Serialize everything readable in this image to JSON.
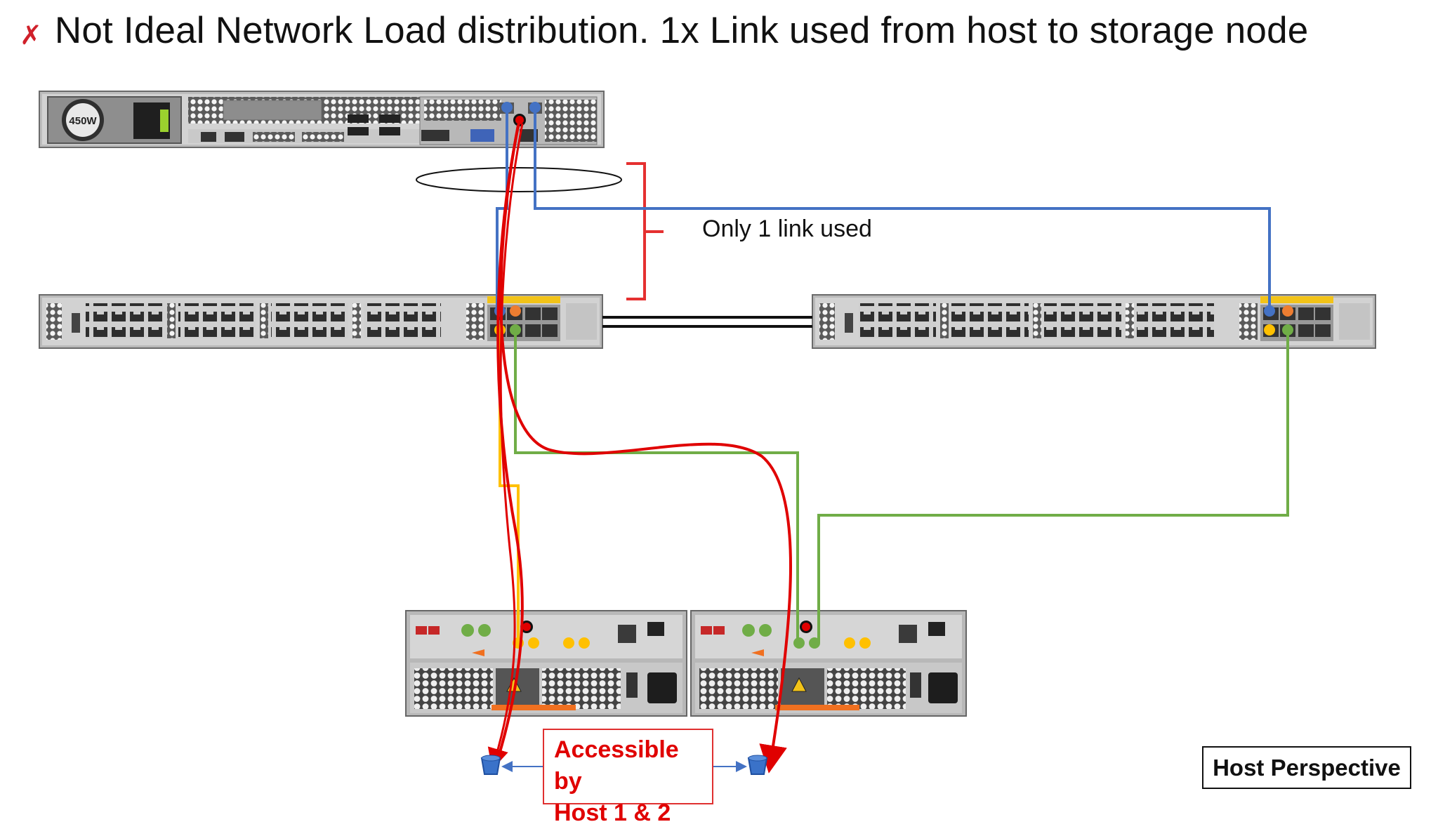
{
  "slide": {
    "status_mark": "✗",
    "title": "Not Ideal Network Load distribution. 1x Link used from host to storage node"
  },
  "annotation": {
    "only_link": "Only 1 link used"
  },
  "access_box": {
    "line1": "Accessible by",
    "line2": "Host 1 & 2"
  },
  "perspective_label": "Host Perspective",
  "server": {
    "psu_label": "450W"
  },
  "colors": {
    "link_blue": "#4472c4",
    "link_green": "#70ad47",
    "link_yellow": "#ffc000",
    "path_red": "#e00000",
    "bracket_red": "#e53030",
    "storage_orange": "#f07020"
  },
  "icons": [
    "disk-icon-left",
    "disk-icon-right",
    "power-supply-icon",
    "warning-icon"
  ]
}
